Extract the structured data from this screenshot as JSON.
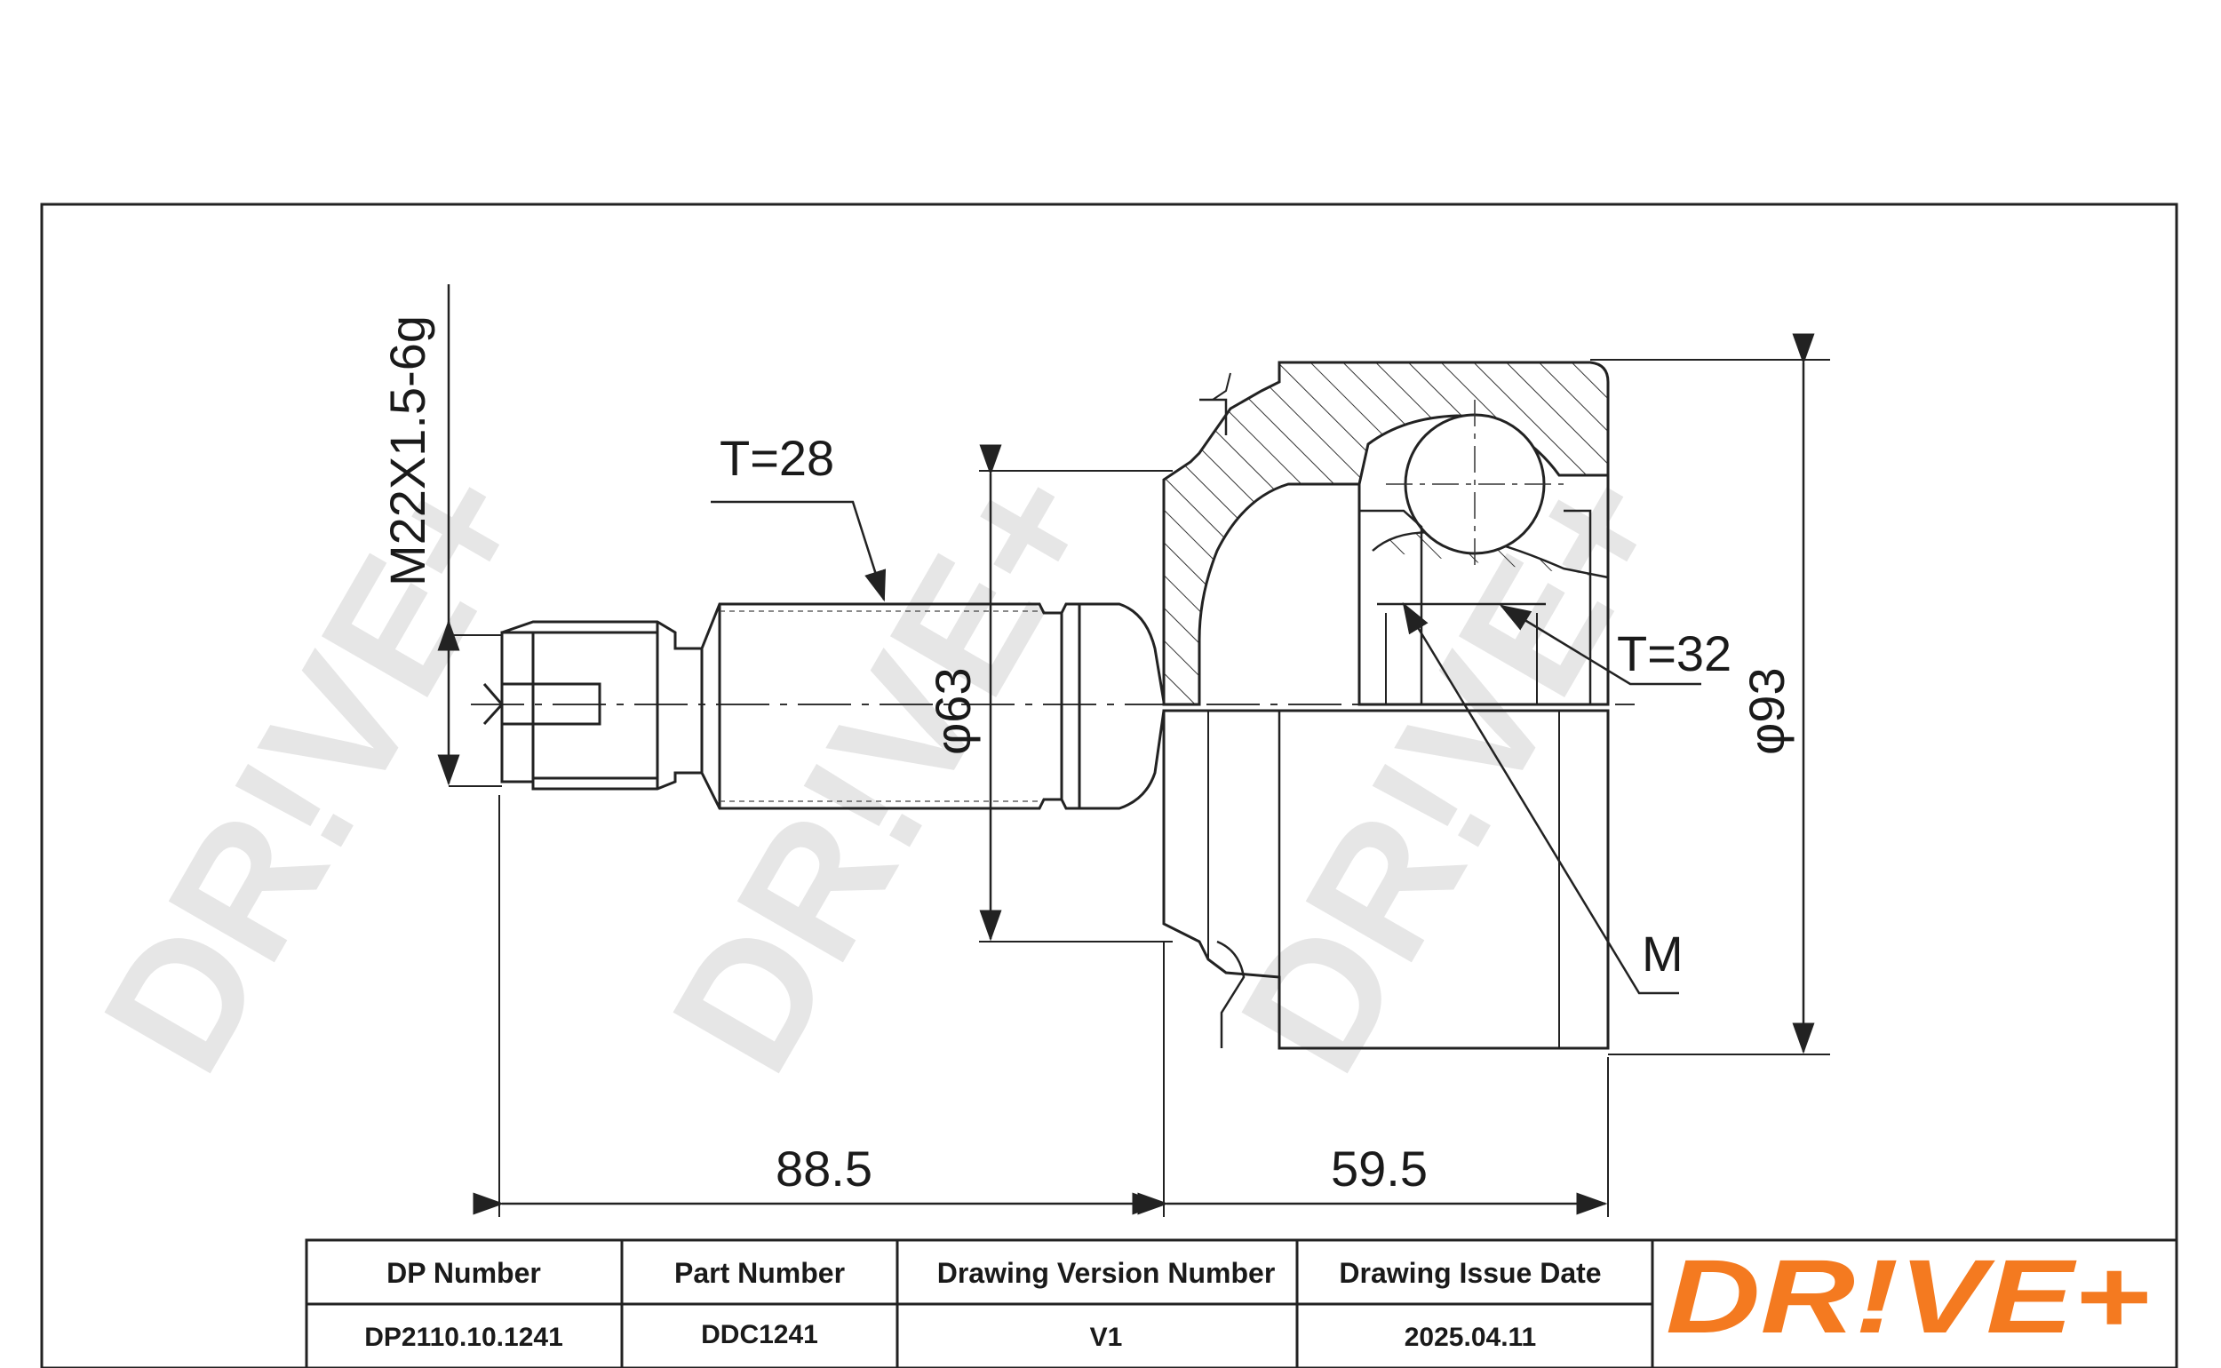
{
  "dimensions": {
    "thread": "M22X1.5-6g",
    "teeth_outer": "T=28",
    "teeth_inner": "T=32",
    "shaft_diameter": "φ63",
    "housing_diameter": "φ93",
    "marker": "M",
    "length_shaft": "88.5",
    "length_housing": "59.5"
  },
  "title_block": {
    "headers": [
      "DP Number",
      "Part Number",
      "Drawing Version Number",
      "Drawing Issue Date"
    ],
    "values": [
      "DP2110.10.1241",
      "DDC1241",
      "V1",
      "2025.04.11"
    ]
  },
  "brand": {
    "logo_text": "DR!VE+",
    "logo_color": "#f47a20",
    "watermark_color": "#e6e6e6"
  }
}
